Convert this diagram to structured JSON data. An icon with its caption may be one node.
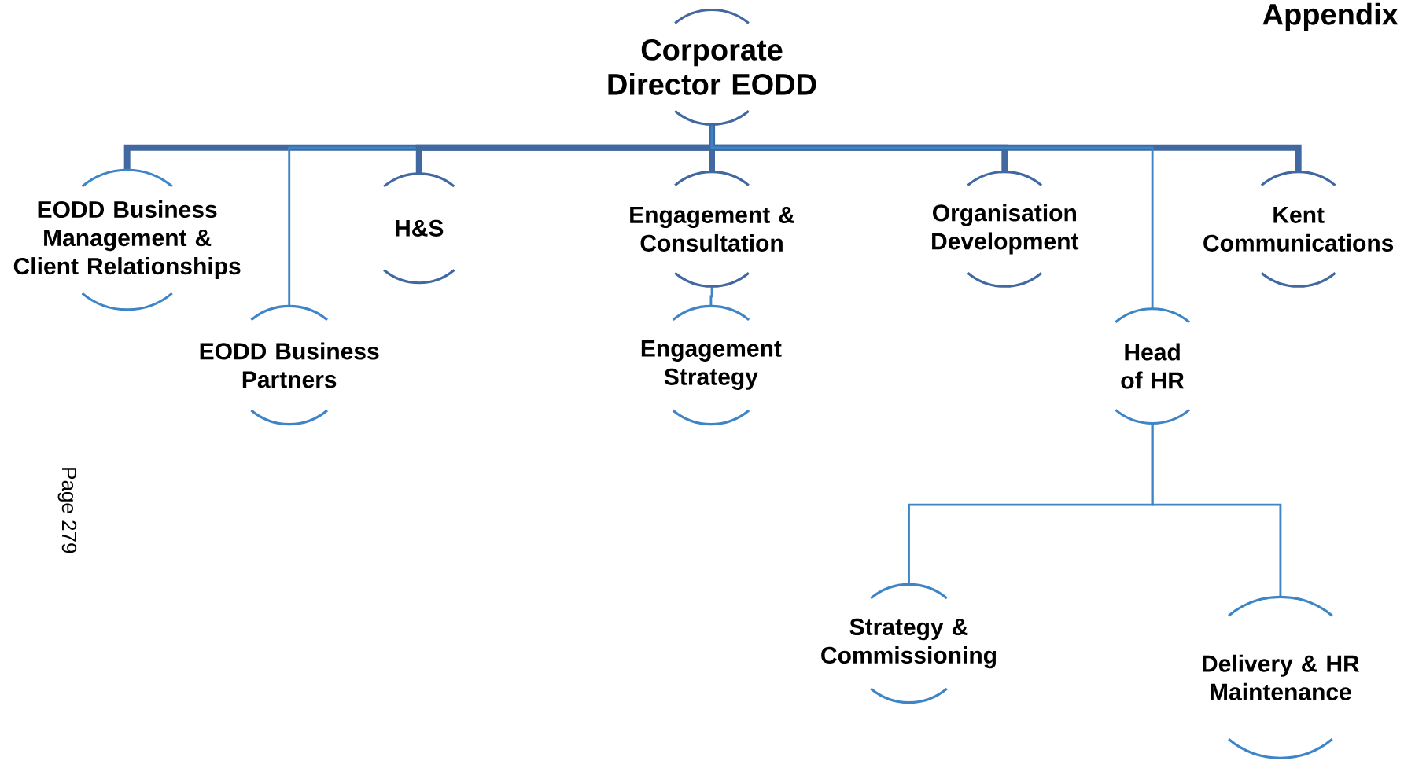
{
  "diagram": {
    "nodes": [
      {
        "text": [
          "Corporate Director EODD"
        ]
      },
      {
        "text": [
          "EODD Business Management & Client Relationships"
        ]
      },
      {
        "text": [
          "EODD Business Partners"
        ]
      },
      {
        "text": [
          "H&S"
        ]
      },
      {
        "text": [
          "Engagement & Consultation"
        ]
      },
      {
        "text": [
          "Engagement Strategy"
        ]
      },
      {
        "text": [
          "Organisation Development"
        ]
      },
      {
        "text": [
          "Kent Communications"
        ]
      },
      {
        "text": [
          "Head of HR"
        ]
      },
      {
        "text": [
          "Strategy & Commissioning"
        ]
      },
      {
        "text": [
          "Delivery & HR Maintenance"
        ]
      }
    ],
    "edges": [
      {
        "from": 0,
        "to": 1,
        "arrow": "none",
        "style": "thick"
      },
      {
        "from": 0,
        "to": 2,
        "arrow": "none"
      },
      {
        "from": 0,
        "to": 3,
        "arrow": "none",
        "style": "thick"
      },
      {
        "from": 0,
        "to": 4,
        "arrow": "none",
        "style": "thick"
      },
      {
        "from": 0,
        "to": 6,
        "arrow": "none",
        "style": "thick"
      },
      {
        "from": 0,
        "to": 7,
        "arrow": "none",
        "style": "thick"
      },
      {
        "from": 0,
        "to": 8,
        "arrow": "none"
      },
      {
        "from": 4,
        "to": 5,
        "arrow": "none"
      },
      {
        "from": 8,
        "to": 9,
        "arrow": "none"
      },
      {
        "from": 8,
        "to": 10,
        "arrow": "none"
      }
    ],
    "labels": [
      "Appendix",
      "Page 279"
    ]
  }
}
